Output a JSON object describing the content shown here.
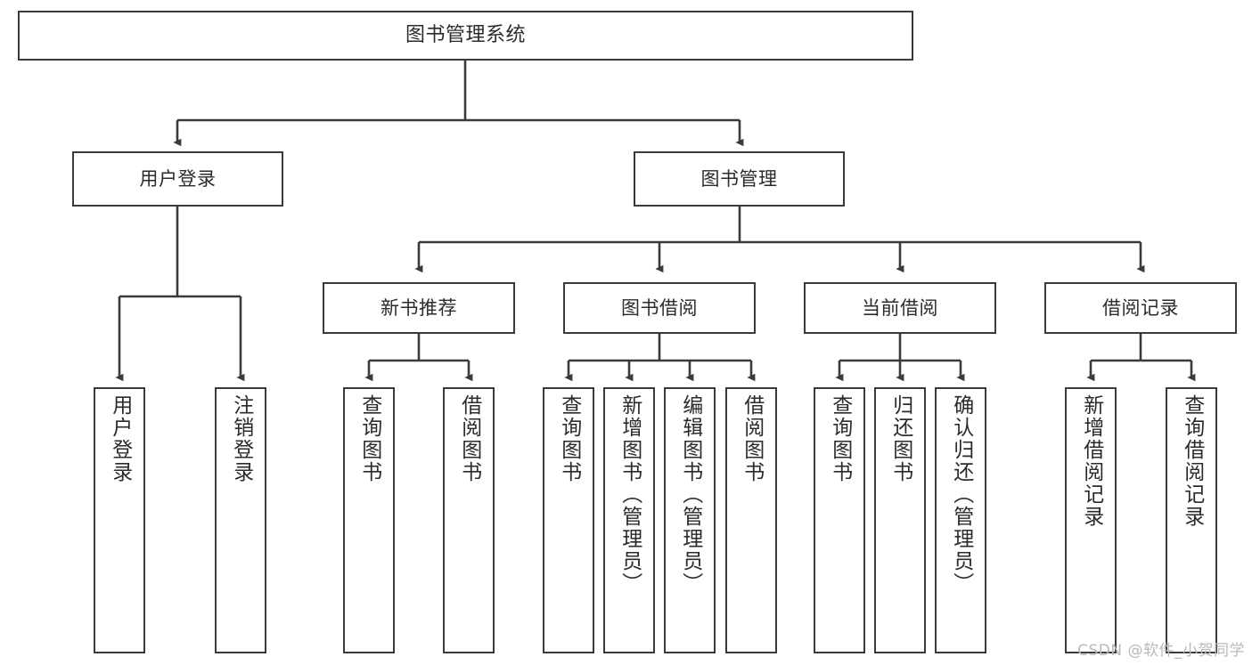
{
  "diagram": {
    "title": "图书管理系统",
    "root": {
      "label": "图书管理系统"
    },
    "level1": [
      {
        "label": "用户登录"
      },
      {
        "label": "图书管理"
      }
    ],
    "level2": [
      {
        "label": "新书推荐"
      },
      {
        "label": "图书借阅"
      },
      {
        "label": "当前借阅"
      },
      {
        "label": "借阅记录"
      }
    ],
    "leaves": [
      {
        "label": "用户登录"
      },
      {
        "label": "注销登录"
      },
      {
        "label": "查询图书"
      },
      {
        "label": "借阅图书"
      },
      {
        "label": "查询图书"
      },
      {
        "label": "新增图书（管理员）"
      },
      {
        "label": "编辑图书（管理员）"
      },
      {
        "label": "借阅图书"
      },
      {
        "label": "查询图书"
      },
      {
        "label": "归还图书"
      },
      {
        "label": "确认归还（管理员）"
      },
      {
        "label": "新增借阅记录"
      },
      {
        "label": "查询借阅记录"
      }
    ]
  },
  "watermark": {
    "text": "CSDN @软件_小贺同学"
  },
  "colors": {
    "border": "#3a3a3a",
    "text": "#2b2b2b",
    "background": "#ffffff",
    "watermark": "#b9b9b9"
  }
}
